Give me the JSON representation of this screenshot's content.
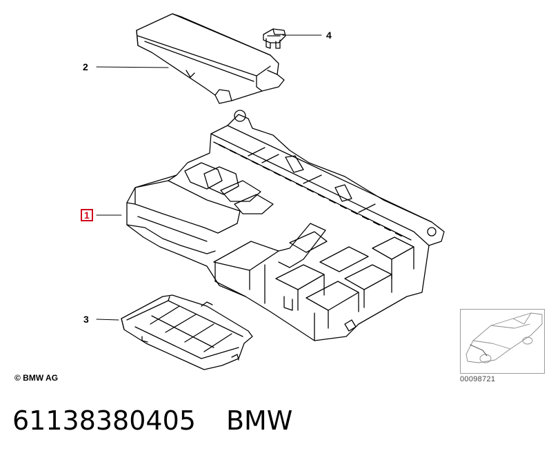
{
  "callouts": [
    {
      "id": "1",
      "label": "1",
      "highlighted": true
    },
    {
      "id": "2",
      "label": "2"
    },
    {
      "id": "3",
      "label": "3"
    },
    {
      "id": "4",
      "label": "4"
    }
  ],
  "copyright": "© BMW AG",
  "thumbnail_id": "00098721",
  "footer": {
    "part_number": "61138380405",
    "brand": "BMW"
  },
  "colors": {
    "line": "#000000",
    "highlight": "#d0021b"
  }
}
